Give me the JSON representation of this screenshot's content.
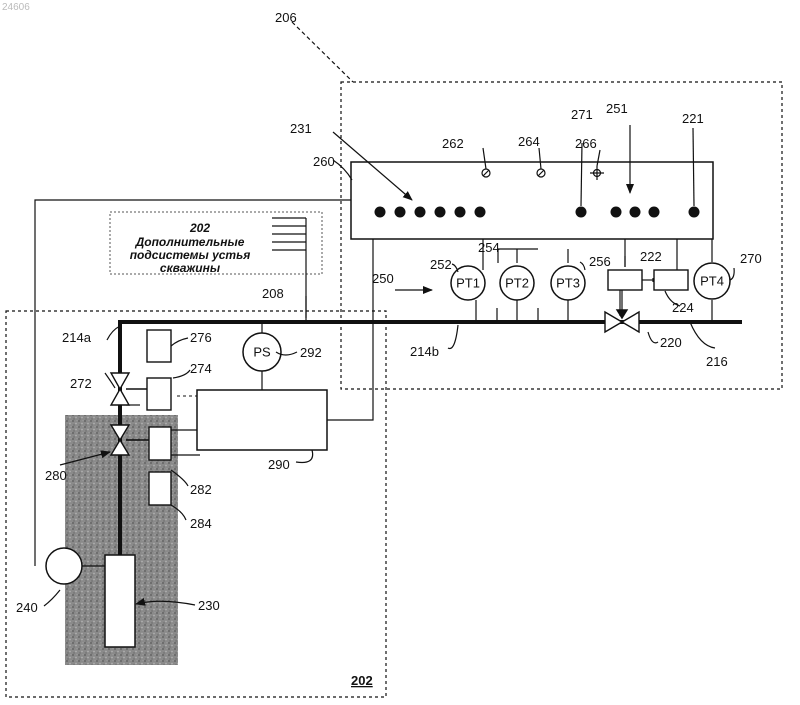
{
  "corner_id": "24606",
  "subsystems_note": {
    "number": "202",
    "lines": [
      "Дополнительные",
      "подсистемы устья",
      "скважины"
    ]
  },
  "labels": {
    "l206": "206",
    "l231": "231",
    "l260": "260",
    "l262": "262",
    "l264": "264",
    "l271": "271",
    "l266": "266",
    "l251": "251",
    "l221": "221",
    "l254": "254",
    "l252": "252",
    "l256": "256",
    "l222": "222",
    "l270": "270",
    "l250": "250",
    "l224": "224",
    "l208": "208",
    "l214a": "214a",
    "l276": "276",
    "l292": "292",
    "l220": "220",
    "l274": "274",
    "l272": "272",
    "l214b": "214b",
    "l216": "216",
    "l290": "290",
    "l280": "280",
    "l282": "282",
    "l284": "284",
    "l240": "240",
    "l230": "230",
    "l202_bottom": "202"
  },
  "gauges": {
    "pt1": "PT1",
    "pt2": "PT2",
    "pt3": "PT3",
    "pt4": "PT4",
    "ps": "PS"
  }
}
